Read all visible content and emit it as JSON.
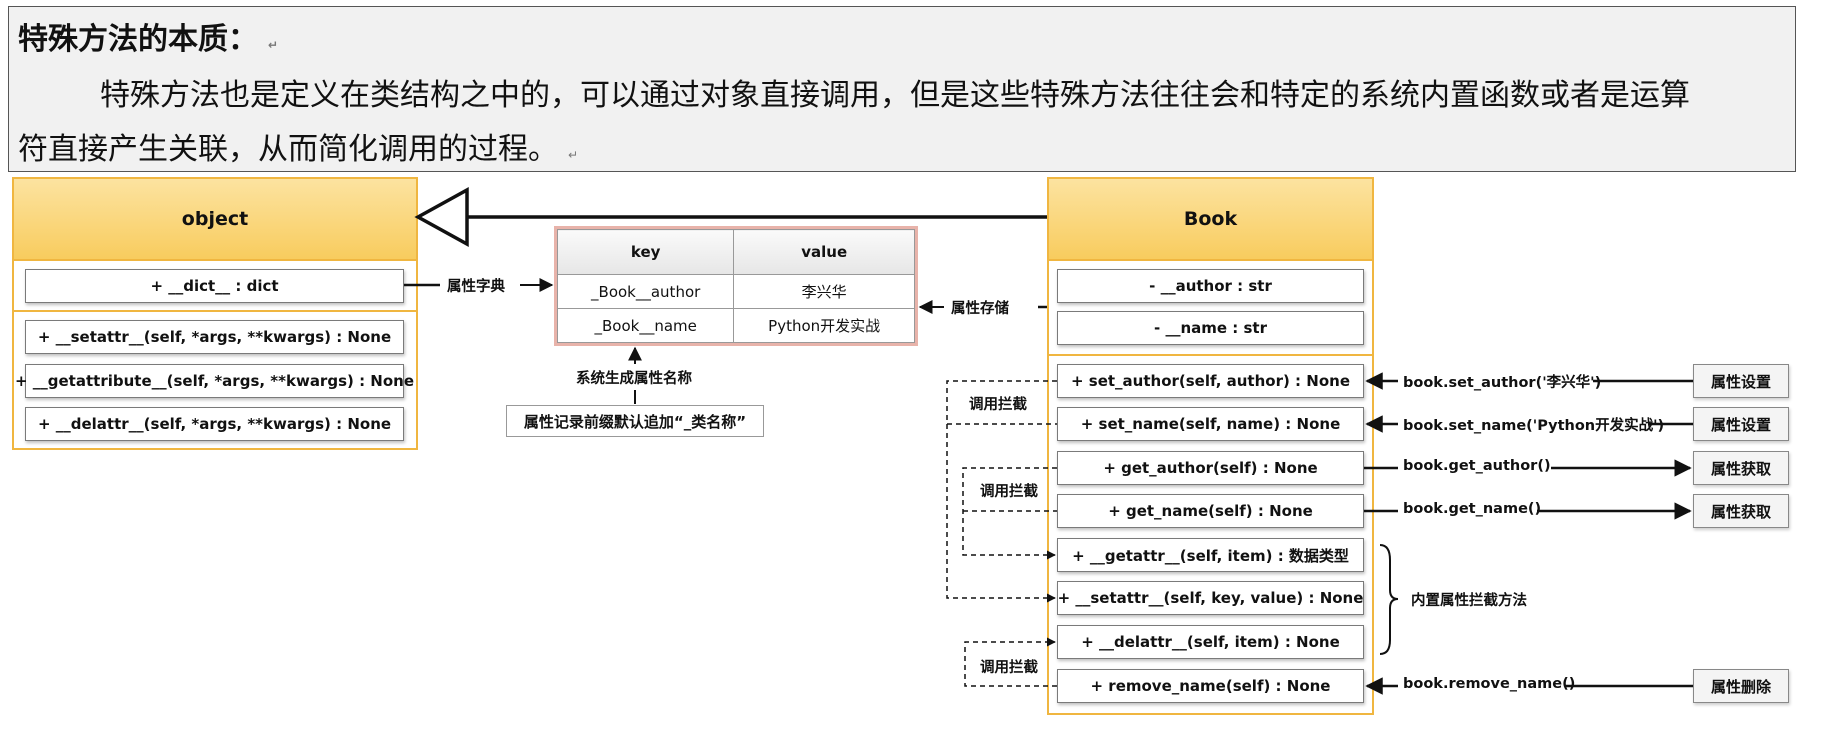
{
  "header": {
    "title": "特殊方法的本质：",
    "line1": "特殊方法也是定义在类结构之中的，可以通过对象直接调用，但是这些特殊方法往往会和特定的系统内置函数或者是运算",
    "line2": "符直接产生关联，从而简化调用的过程。"
  },
  "object_class": {
    "name": "object",
    "attributes": [
      "+ __dict__ : dict"
    ],
    "methods": [
      "+ __setattr__(self, *args, **kwargs) : None",
      "+ __getattribute__(self, *args, **kwargs) : None",
      "+ __delattr__(self, *args, **kwargs) : None"
    ]
  },
  "book_class": {
    "name": "Book",
    "attributes": [
      "- __author : str",
      "- __name : str"
    ],
    "methods": [
      "+ set_author(self, author) : None",
      "+ set_name(self, name) : None",
      "+ get_author(self) : None",
      "+ get_name(self) : None",
      "+ __getattr__(self, item) : 数据类型",
      "+ __setattr__(self, key, value) : None",
      "+ __delattr__(self, item) : None",
      "+ remove_name(self) : None"
    ]
  },
  "dict_table": {
    "headers": [
      "key",
      "value"
    ],
    "rows": [
      [
        "_Book__author",
        "李兴华"
      ],
      [
        "_Book__name",
        "Python开发实战"
      ]
    ]
  },
  "labels": {
    "attr_dict": "属性字典",
    "attr_store": "属性存储",
    "sys_gen": "系统生成属性名称",
    "prefix_note": "属性记录前缀默认追加“_类名称”",
    "intercept": "调用拦截",
    "builtin_intercept": "内置属性拦截方法"
  },
  "calls": [
    "book.set_author('李兴华')",
    "book.set_name('Python开发实战')",
    "book.get_author()",
    "book.get_name()",
    "book.remove_name()"
  ],
  "actions": [
    "属性设置",
    "属性设置",
    "属性获取",
    "属性获取",
    "属性删除"
  ],
  "colors": {
    "class_header": "#f8cc5e",
    "class_border": "#f0b640",
    "table_border": "#e8b3aa"
  }
}
